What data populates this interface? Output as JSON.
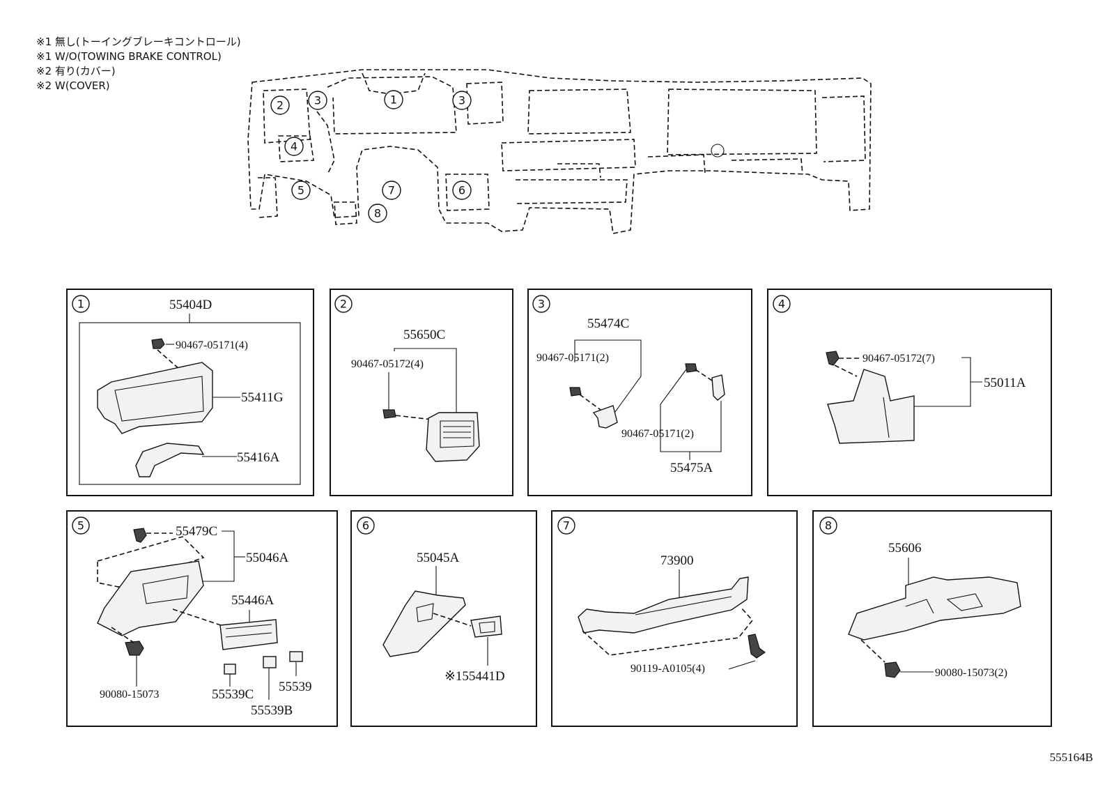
{
  "notes": [
    "※1 無し(トーイングブレーキコントロール)",
    "※1 W/O(TOWING BRAKE CONTROL)",
    "※2 有り(カバー)",
    "※2 W(COVER)"
  ],
  "overview": {
    "callouts": [
      "1",
      "2",
      "3",
      "3",
      "4",
      "5",
      "6",
      "7",
      "8"
    ]
  },
  "panels": [
    {
      "id": "1",
      "parts": [
        "55404D",
        "90467-05171(4)",
        "55411G",
        "55416A"
      ]
    },
    {
      "id": "2",
      "parts": [
        "55650C",
        "90467-05172(4)"
      ]
    },
    {
      "id": "3",
      "parts": [
        "55474C",
        "90467-05171(2)",
        "90467-05171(2)",
        "55475A"
      ]
    },
    {
      "id": "4",
      "parts": [
        "90467-05172(7)",
        "55011A"
      ]
    },
    {
      "id": "5",
      "parts": [
        "55479C",
        "55046A",
        "55446A",
        "90080-15073",
        "55539C",
        "55539",
        "55539B"
      ]
    },
    {
      "id": "6",
      "parts": [
        "55045A",
        "※155441D"
      ]
    },
    {
      "id": "7",
      "parts": [
        "73900",
        "90119-A0105(4)"
      ]
    },
    {
      "id": "8",
      "parts": [
        "55606",
        "90080-15073(2)"
      ]
    }
  ],
  "diagram_code": "555164B"
}
